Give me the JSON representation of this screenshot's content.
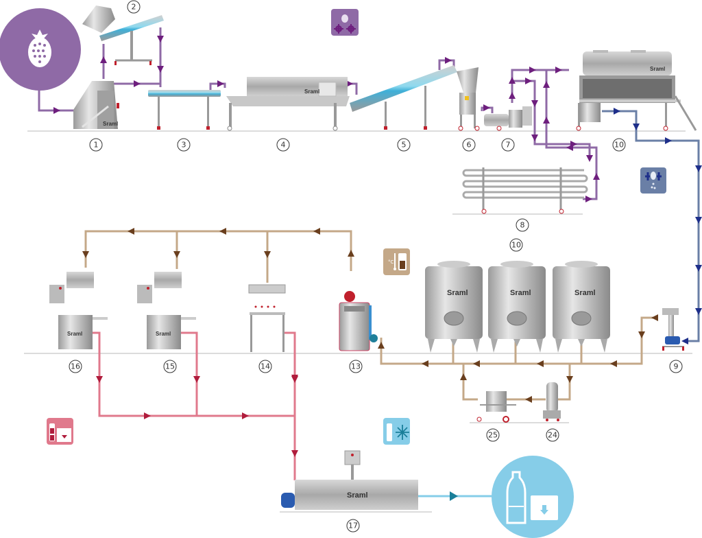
{
  "title": "Sraml fruit juice processing line",
  "brand": "Sraml",
  "colors": {
    "raw_fruit": "#8f6aa6",
    "raw_fruit_arrow": "#6e1f7e",
    "juice_extraction": "#6a7fa6",
    "juice_extraction_arrow": "#1e2f8a",
    "storage": "#c4a888",
    "storage_arrow": "#6a3f1e",
    "bottling": "#e0798c",
    "bottling_arrow": "#b01c3c",
    "cooling": "#86cde8",
    "cooling_arrow": "#1a7f9a",
    "ground_line": "#b5b5b5",
    "steel": "#b8b8b8"
  },
  "stations": [
    {
      "id": "1",
      "label": "1",
      "name": "fruit receiving hopper"
    },
    {
      "id": "2",
      "label": "2",
      "name": "inclined elevator"
    },
    {
      "id": "3",
      "label": "3",
      "name": "sorting conveyor"
    },
    {
      "id": "4",
      "label": "4",
      "name": "washing machine"
    },
    {
      "id": "5",
      "label": "5",
      "name": "inclined conveyor"
    },
    {
      "id": "6",
      "label": "6",
      "name": "mill / crusher"
    },
    {
      "id": "7",
      "label": "7",
      "name": "mash pump"
    },
    {
      "id": "8",
      "label": "8",
      "name": "tube heat exchanger"
    },
    {
      "id": "10a",
      "label": "10",
      "name": "press"
    },
    {
      "id": "9",
      "label": "9",
      "name": "transfer pump"
    },
    {
      "id": "10b",
      "label": "10",
      "name": "storage tanks"
    },
    {
      "id": "13",
      "label": "13",
      "name": "pasteurizer"
    },
    {
      "id": "14",
      "label": "14",
      "name": "filling machine"
    },
    {
      "id": "15",
      "label": "15",
      "name": "filler capper"
    },
    {
      "id": "16",
      "label": "16",
      "name": "filler capper"
    },
    {
      "id": "17",
      "label": "17",
      "name": "cooling tunnel"
    },
    {
      "id": "24",
      "label": "24",
      "name": "cartridge filter"
    },
    {
      "id": "25",
      "label": "25",
      "name": "plate filter"
    }
  ],
  "icons": {
    "fruit": "raspberry-icon",
    "processing": "fruit-gears-icon",
    "pressing": "press-drops-icon",
    "heating": "thermometer-tank-icon",
    "bottling": "bottle-box-icon",
    "cooling": "bottle-snowflake-icon",
    "final_product": "bottle-bag-in-box-icon"
  },
  "icon_text": {
    "heating_unit": "°C"
  }
}
